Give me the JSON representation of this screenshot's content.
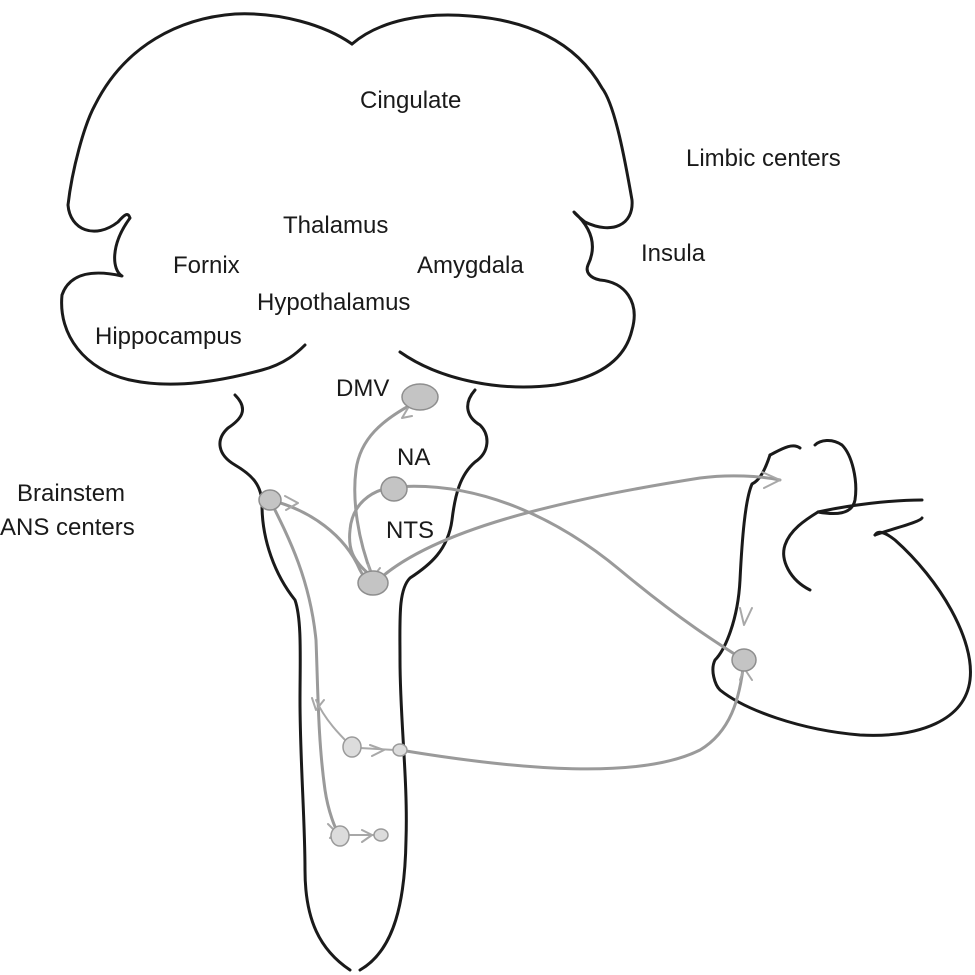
{
  "labels": {
    "cingulate": "Cingulate",
    "limbic_centers": "Limbic centers",
    "thalamus": "Thalamus",
    "fornix": "Fornix",
    "amygdala": "Amygdala",
    "insula": "Insula",
    "hypothalamus": "Hypothalamus",
    "hippocampus": "Hippocampus",
    "dmv": "DMV",
    "na": "NA",
    "nts": "NTS",
    "brainstem_line1": "Brainstem",
    "brainstem_line2": "ANS centers"
  },
  "colors": {
    "outline": "#1a1a1a",
    "nerve": "#9a9a9a",
    "nucleus_fill": "#c4c4c4",
    "ganglion_fill": "#dcdcdc"
  }
}
